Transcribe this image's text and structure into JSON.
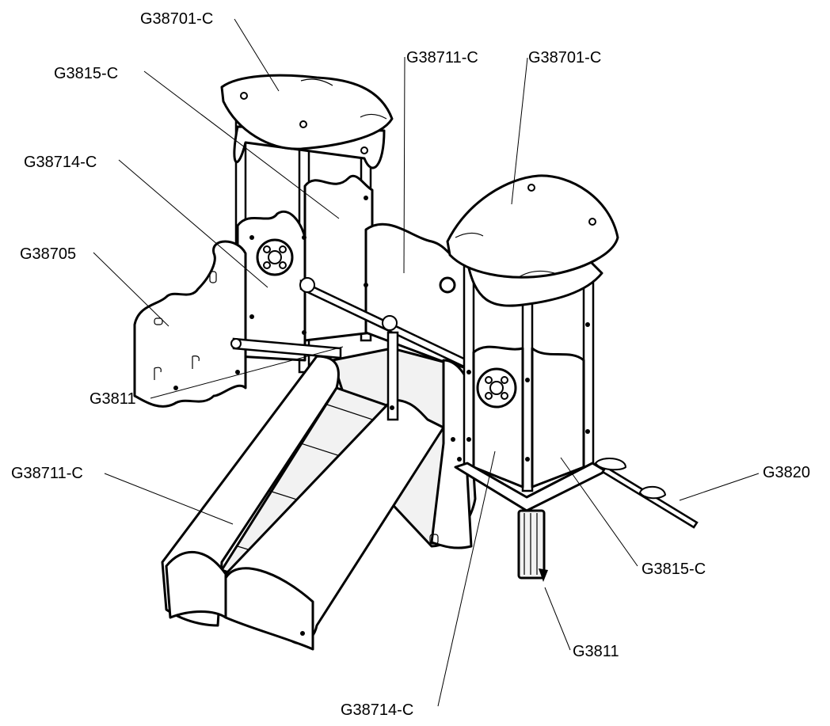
{
  "labels": {
    "roof_top_left": "G38701-C",
    "panel_back_left": "G3815-C",
    "panel_bridge_top": "G38711-C",
    "roof_right": "G38701-C",
    "side_panel_left": "G38714-C",
    "climb_panel": "G38705",
    "post_bottom_left": "G3811",
    "slide": "G38711-C",
    "steering_wheel": "G3820",
    "panel_front_right": "G3815-C",
    "post_bottom_right": "G3811",
    "side_panel_front": "G38714-C"
  }
}
